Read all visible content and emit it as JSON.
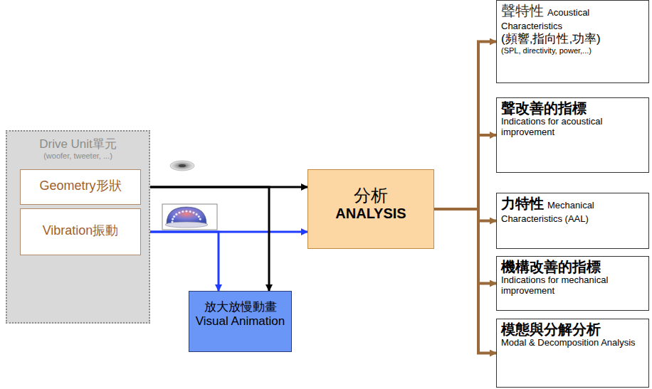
{
  "diagram": {
    "nodes": [
      {
        "text": [
          "Drive Unit單元",
          "(woofer, tweeter, ...)"
        ]
      },
      {
        "text": [
          "Geometry形狀"
        ],
        "in": 0
      },
      {
        "text": [
          "Vibration振動"
        ],
        "in": 0
      },
      {
        "text": [
          "分析",
          "ANALYSIS"
        ]
      },
      {
        "text": [
          "放大放慢動畫",
          "Visual Animation"
        ]
      },
      {
        "text": [
          "聲特性",
          "Acoustical Characteristics",
          "(頻響,指向性,功率)",
          "(SPL, directivity, power,...)"
        ]
      },
      {
        "text": [
          "聲改善的指標",
          "Indications for acoustical improvement"
        ]
      },
      {
        "text": [
          "力特性",
          "Mechanical Characteristics (AAL)"
        ]
      },
      {
        "text": [
          "機構改善的指標",
          "Indications for mechanical improvement"
        ]
      },
      {
        "text": [
          "模態與分解分析",
          "Modal & Decomposition Analysis"
        ]
      }
    ],
    "edges": [
      {
        "from": 1,
        "to": 3,
        "arrow": "to"
      },
      {
        "from": 2,
        "to": 3,
        "arrow": "to"
      },
      {
        "from": 1,
        "to": 4,
        "arrow": "to"
      },
      {
        "from": 2,
        "to": 4,
        "arrow": "to"
      },
      {
        "from": 3,
        "to": 5,
        "arrow": "to"
      },
      {
        "from": 3,
        "to": 6,
        "arrow": "to"
      },
      {
        "from": 3,
        "to": 7,
        "arrow": "to"
      },
      {
        "from": 3,
        "to": 8,
        "arrow": "to"
      },
      {
        "from": 3,
        "to": 9,
        "arrow": "to"
      }
    ]
  }
}
